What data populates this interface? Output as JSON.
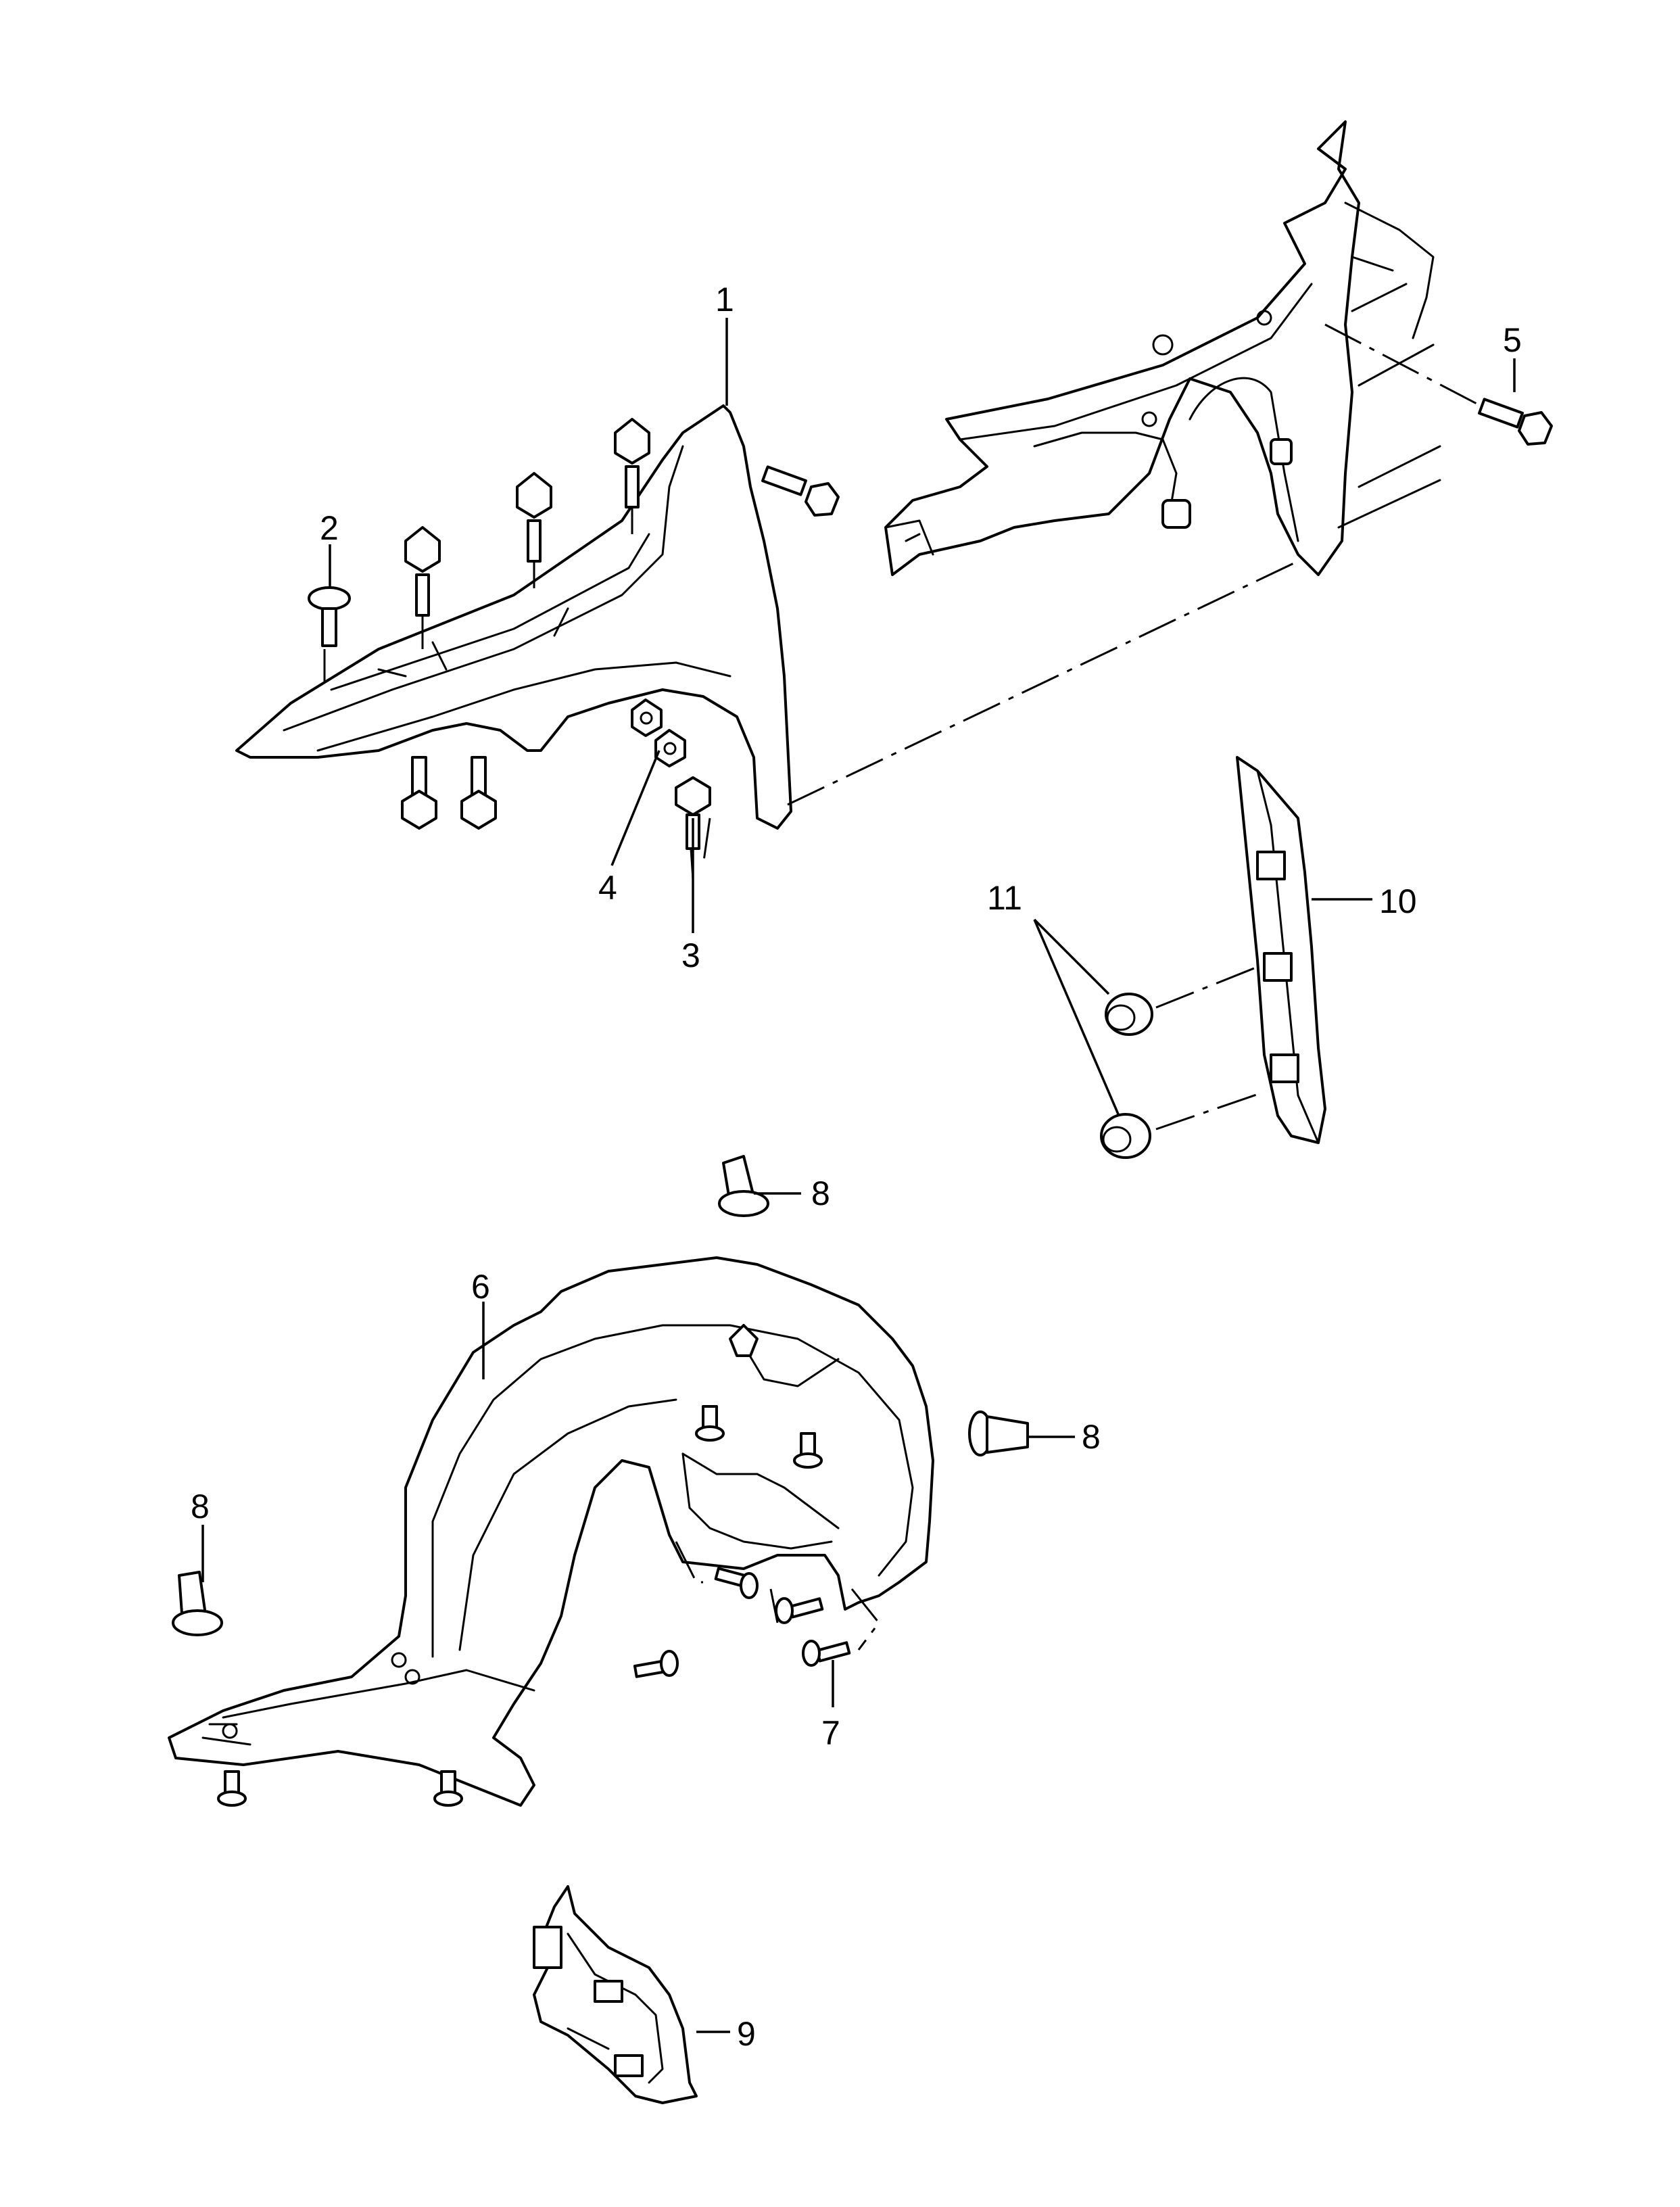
{
  "callouts": {
    "c1": "1",
    "c2": "2",
    "c3": "3",
    "c4": "4",
    "c5": "5",
    "c6": "6",
    "c7": "7",
    "c8a": "8",
    "c8b": "8",
    "c8c": "8",
    "c9": "9",
    "c10": "10",
    "c11": "11"
  }
}
